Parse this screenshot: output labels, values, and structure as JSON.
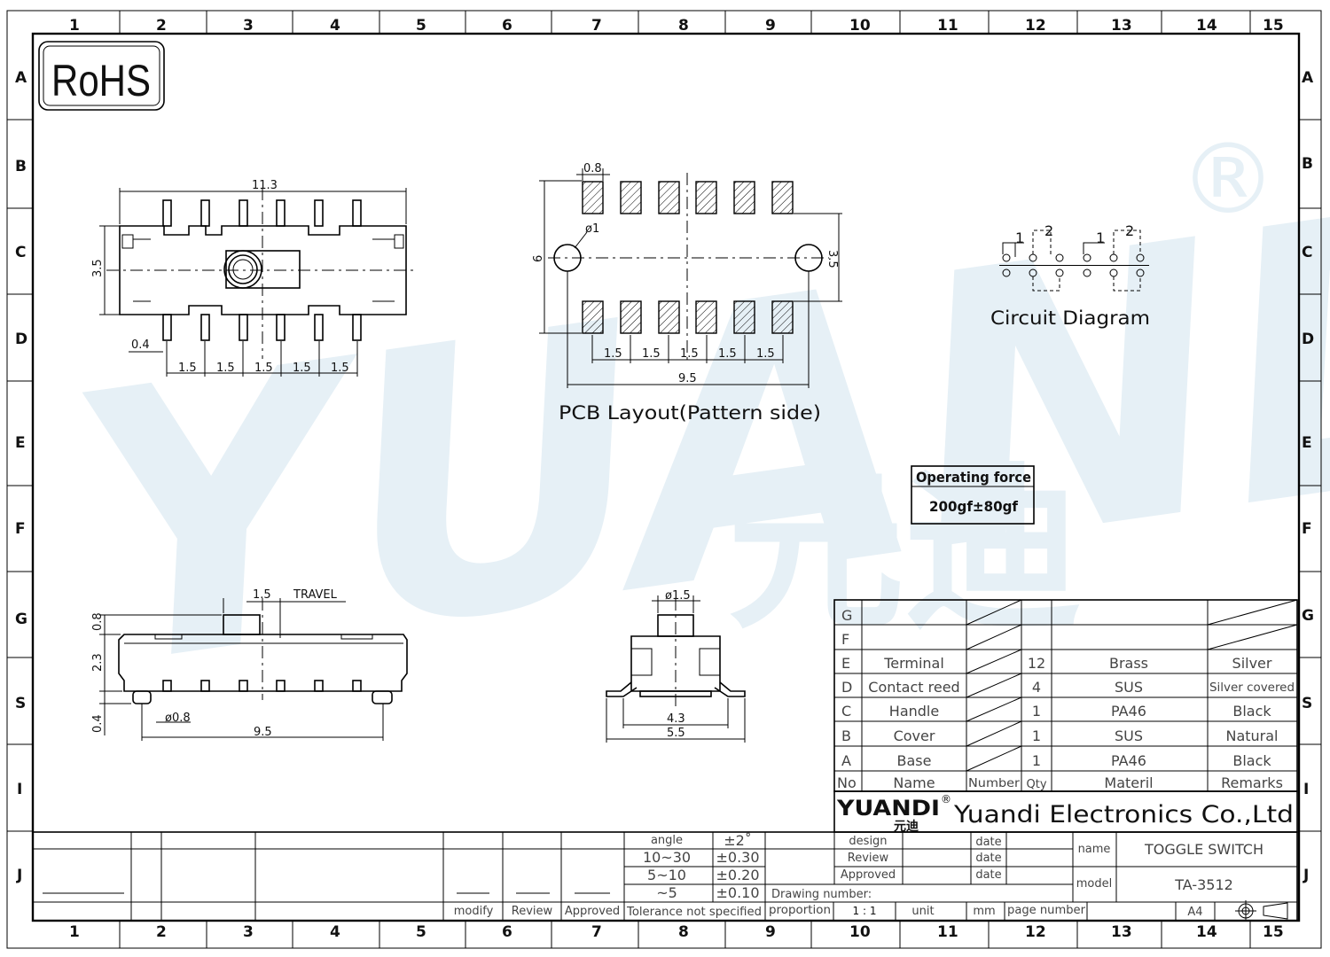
{
  "grid": {
    "columns": [
      "1",
      "2",
      "3",
      "4",
      "5",
      "6",
      "7",
      "8",
      "9",
      "10",
      "11",
      "12",
      "13",
      "14",
      "15"
    ],
    "rows": [
      "A",
      "B",
      "C",
      "D",
      "E",
      "F",
      "G",
      "S",
      "I",
      "J"
    ]
  },
  "logos": {
    "rohs": "RoHS",
    "watermark": "YUANDI",
    "watermark_cn": "元迪",
    "registered": "®"
  },
  "top_view": {
    "overall_width": "11.3",
    "height": "3.5",
    "pin_width": "0.4",
    "pitches": [
      "1.5",
      "1.5",
      "1.5",
      "1.5",
      "1.5"
    ]
  },
  "pcb_layout": {
    "pad_width": "0.8",
    "hole_dia": "ø1",
    "span": "6",
    "row_spacing": "3.5",
    "pitches": [
      "1.5",
      "1.5",
      "1.5",
      "1.5",
      "1.5"
    ],
    "hole_spacing": "9.5",
    "caption": "PCB Layout(Pattern side)"
  },
  "circuit": {
    "labels": [
      "1",
      "2",
      "1",
      "2"
    ],
    "caption": "Circuit Diagram"
  },
  "operating_force": {
    "title": "Operating force",
    "value": "200gf±80gf"
  },
  "side_view": {
    "travel_value": "1.5",
    "travel_label": "TRAVEL",
    "dim_top": "0.8",
    "dim_body": "2.3",
    "dim_bottom": "0.4",
    "post_dia": "ø0.8",
    "post_spacing": "9.5"
  },
  "end_view": {
    "knob_dia": "ø1.5",
    "inner_width": "4.3",
    "outer_width": "5.5"
  },
  "bom": {
    "rows": [
      {
        "letter": "G",
        "name": "",
        "number": "",
        "qty": "",
        "material": "",
        "remarks": ""
      },
      {
        "letter": "F",
        "name": "",
        "number": "",
        "qty": "",
        "material": "",
        "remarks": ""
      },
      {
        "letter": "E",
        "name": "Terminal",
        "number": "",
        "qty": "12",
        "material": "Brass",
        "remarks": "Silver"
      },
      {
        "letter": "D",
        "name": "Contact reed",
        "number": "",
        "qty": "4",
        "material": "SUS",
        "remarks": "Silver covered"
      },
      {
        "letter": "C",
        "name": "Handle",
        "number": "",
        "qty": "1",
        "material": "PA46",
        "remarks": "Black"
      },
      {
        "letter": "B",
        "name": "Cover",
        "number": "",
        "qty": "1",
        "material": "SUS",
        "remarks": "Natural"
      },
      {
        "letter": "A",
        "name": "Base",
        "number": "",
        "qty": "1",
        "material": "PA46",
        "remarks": "Black"
      }
    ],
    "header": {
      "no": "No",
      "name": "Name",
      "number": "Number",
      "qty": "Qty",
      "material": "Materil",
      "remarks": "Remarks"
    }
  },
  "company": {
    "logo": "YUANDI",
    "logo_cn": "元迪",
    "name": "Yuandi Electronics Co.,Ltd"
  },
  "tolerance": {
    "rows": [
      {
        "range": "angle",
        "tol": "±2˚"
      },
      {
        "range": "10~30",
        "tol": "±0.30"
      },
      {
        "range": "5~10",
        "tol": "±0.20"
      },
      {
        "range": "~5",
        "tol": "±0.10"
      }
    ],
    "caption": "Tolerance not specified"
  },
  "revision": {
    "modify": "modify",
    "review": "Review",
    "approved": "Approved"
  },
  "signoff": {
    "design": "design",
    "review": "Review",
    "approved": "Approved",
    "date": "date",
    "drawing_number": "Drawing number:",
    "proportion": "proportion",
    "scale": "1 : 1",
    "unit": "unit",
    "unit_value": "mm",
    "page_number": "page number",
    "sheet": "A4"
  },
  "part": {
    "name_label": "name",
    "name": "TOGGLE SWITCH",
    "model_label": "model",
    "model": "TA-3512"
  }
}
